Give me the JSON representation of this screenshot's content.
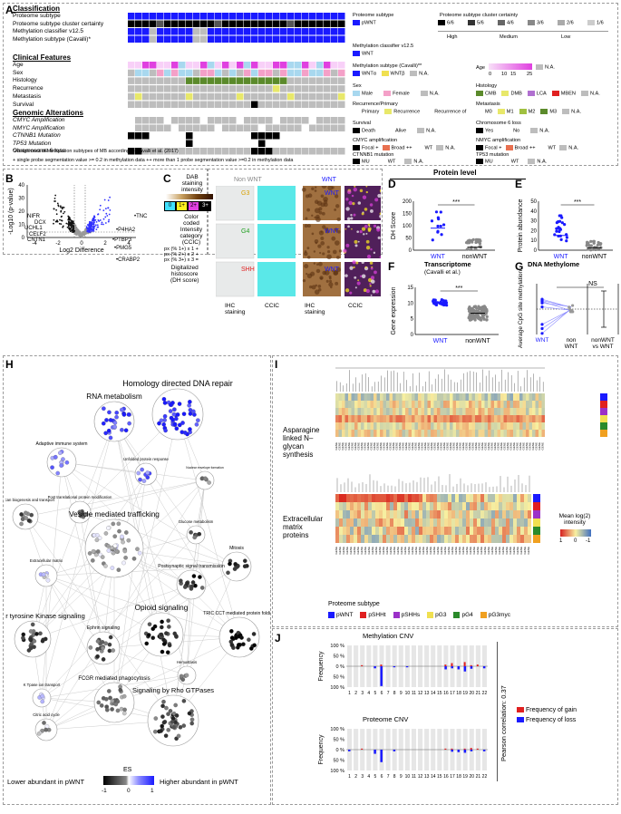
{
  "panelA": {
    "letter": "A",
    "sections": {
      "classification": "Classification",
      "clinical": "Clinical Features",
      "genomic": "Genomic Alterations"
    },
    "rows_classification": [
      "Proteome subtype",
      "Proteome subtype cluster certainty",
      "Methylation classifier v12.5",
      "Methylation subtype (Cavalli)*"
    ],
    "rows_clinical": [
      "Age",
      "Sex",
      "Histology",
      "Recurrence",
      "Metastasis",
      "Survival"
    ],
    "rows_genomic": [
      "CMYC Amplification",
      "NMYC Amplification",
      "CTNNB1 Mutation",
      "TP53 Mutation",
      "Chromosome 6 loss"
    ],
    "footnote1": "*Assignment of Methylation subtypes of MB according to Cavalli et al. (2017)",
    "footnote2": "+ single probe segmentation value >= 0.2 in methylation data          ++ more than 1 probe segmentation value >=0.2 in methylation data",
    "legend": {
      "proteome_title": "Proteome subtype",
      "proteome_item": "pWNT",
      "certainty_title": "Proteome subtype cluster certainty",
      "certainty_items": [
        "6/6",
        "5/6",
        "4/6",
        "3/6",
        "2/6",
        "1/6"
      ],
      "certainty_groups": [
        "High",
        "Medium",
        "Low"
      ],
      "meth_title": "Methylation classifier v12.5",
      "meth_item": "WNT",
      "cav_title": "Methylation subtype (Cavalli)**",
      "cav_items": [
        "WNTα",
        "WNTβ",
        "N.A."
      ],
      "age_title": "Age",
      "age_ticks": [
        "0",
        "10",
        "15",
        "25"
      ],
      "age_na": "N.A.",
      "sex_title": "Sex",
      "sex_items": [
        "Male",
        "Female",
        "N.A."
      ],
      "hist_title": "Histology",
      "hist_items": [
        "CMB",
        "DMB",
        "LCA",
        "MBEN",
        "N.A."
      ],
      "rec_title": "Recurrence/Primary",
      "rec_items": [
        "Primary",
        "Recurrence",
        "Recurrence of"
      ],
      "met_title": "Metastasis",
      "met_items": [
        "M0",
        "M1",
        "M2",
        "M3",
        "N.A."
      ],
      "surv_title": "Survival",
      "surv_items": [
        "Death",
        "Alive",
        "N.A."
      ],
      "chr6_title": "Chromosome 6 loss",
      "chr6_items": [
        "Yes",
        "No",
        "N.A."
      ],
      "cmyc_title": "CMYC amplification",
      "nmyc_title": "NMYC amplification",
      "amp_items": [
        "Focal +",
        "Broad ++",
        "WT",
        "N.A."
      ],
      "ctnnb1_title": "CTNNB1 mutation",
      "tp53_title": "TP53 mutation",
      "mut_items": [
        "MU",
        "WT",
        "N.A."
      ]
    },
    "colors": {
      "blue": "#1a1aff",
      "grey": "#bdbdbd",
      "black": "#000000",
      "magenta": "#e040e0",
      "lightblue": "#a8d8ef",
      "pink": "#f4a0c8",
      "green": "#5b8a2b",
      "yellow": "#e8e86a"
    }
  },
  "panelB": {
    "letter": "B",
    "ylabel": "-Log10 (p-value)",
    "xlabel": "Log2 Difference",
    "yticks": [
      "0",
      "10",
      "20",
      "30",
      "40"
    ],
    "xticks": [
      "-4",
      "-2",
      "0",
      "2",
      "4"
    ],
    "labels_left": [
      "NIFR",
      "DCX",
      "UCHL1",
      "CELF2",
      "CNTN1"
    ],
    "labels_right": [
      "TNC",
      "P4HA2",
      "PTBP3",
      "PMG5",
      "CRABP2"
    ]
  },
  "panelC": {
    "letter": "C",
    "title1": "DAB",
    "title2": "staining",
    "title3": "intensity",
    "cats": [
      "0",
      "1+",
      "2+",
      "3+"
    ],
    "cat_text": [
      "Color",
      "coded",
      "Intensity",
      "category",
      "(CCIC)"
    ],
    "formula": [
      "px (% 1+) x 1 +",
      "px (% 2+) x 2 +",
      "px (% 3+) x 3 ="
    ],
    "digital": [
      "Digitalized",
      "histoscore",
      "(DH score)"
    ],
    "col_nonwnt": "Non WNT",
    "col_wnt": "WNT",
    "row_labels": [
      "G3",
      "G4",
      "SHH",
      "WNT",
      "WNT",
      "WNT"
    ],
    "bottom": [
      "IHC",
      "staining",
      "CCIC",
      "IHC",
      "staining",
      "CCIC"
    ]
  },
  "panelD": {
    "letter": "D",
    "header": "Protein level",
    "ylabel": "DH Score",
    "yticks": [
      "0",
      "50",
      "100",
      "150",
      "200"
    ],
    "cats": [
      "WNT",
      "nonWNT"
    ],
    "sig": "***"
  },
  "panelE": {
    "letter": "E",
    "ylabel": "Protein abundance",
    "yticks": [
      "0",
      "10",
      "20",
      "30",
      "40",
      "50"
    ],
    "cats": [
      "WNT",
      "nonWNT"
    ],
    "sig": "***"
  },
  "panelF": {
    "letter": "F",
    "title": "Transcriptome",
    "subtitle": "(Cavalli et al.)",
    "ylabel": "Gene expression",
    "yticks": [
      "0",
      "5",
      "10",
      "15"
    ],
    "cats": [
      "WNT",
      "nonWNT"
    ],
    "sig": "***"
  },
  "panelG": {
    "letter": "G",
    "title": "DNA Methylome",
    "ylabel": "Average CpG site methylation",
    "yticks": [
      "-2",
      "-1",
      "0",
      "1",
      "2"
    ],
    "cats": [
      "WNT",
      "non WNT",
      "nonWNT vs WNT"
    ],
    "sig": "NS"
  },
  "panelH": {
    "letter": "H",
    "nodes": [
      "RNA metabolism",
      "Homology directed DNA repair",
      "Adaptive immune system",
      "Unfolded protein response",
      "Nuclear envelope formation",
      "N glycan biogenesis and transport",
      "Post translational protein modification",
      "Vesicle mediated trafficking",
      "Glucose metabolism",
      "Mitosis",
      "Extracellular matrix",
      "Postsynaptic signal transmission",
      "Opioid signaling",
      "Receptor tyrosine Kinase signaling",
      "Ephrin signaling",
      "TRIC CCT mediated protein folding",
      "Hemostasis",
      "K Tpase ion transport",
      "FCGR mediated phagocytosis",
      "Citric acid cycle",
      "Signaling by Rho GTPases"
    ],
    "legend_title": "ES",
    "legend_left": "Lower abundant in pWNT",
    "legend_right": "Higher abundant in pWNT",
    "legend_ticks": [
      "-1",
      "0",
      "1"
    ]
  },
  "panelI": {
    "letter": "I",
    "group1": [
      "Asparagine",
      "linked N–",
      "glycan",
      "synthesis"
    ],
    "group2": [
      "Extracellular",
      "matrix",
      "proteins"
    ],
    "scale_title": "Mean log(2) intensity",
    "scale_ticks": [
      "1",
      "0",
      "-1"
    ],
    "subtype_title": "Proteome subtype",
    "subtypes": [
      "pWNT",
      "pSHHt",
      "pSHHs",
      "pG3",
      "pG4",
      "pG3myc"
    ],
    "subtype_colors": [
      "#1a1aff",
      "#e02020",
      "#9b30c8",
      "#f0e050",
      "#2a8a2a",
      "#f0a020"
    ]
  },
  "panelJ": {
    "letter": "J",
    "title1": "Methylation CNV",
    "title2": "Proteome CNV",
    "ylabel": "Frequency",
    "yticks": [
      "100 %",
      "50 %",
      "0 %",
      "50 %",
      "100 %"
    ],
    "chromosomes": [
      "1",
      "2",
      "3",
      "4",
      "5",
      "6",
      "7",
      "8",
      "9",
      "10",
      "11",
      "12",
      "13",
      "14",
      "15",
      "16",
      "17",
      "18",
      "19",
      "20",
      "21",
      "22"
    ],
    "corr": "Pearson correlation: 0.37",
    "leg_gain": "Frequency of gain",
    "leg_loss": "Frequency of loss",
    "gain_color": "#e02020",
    "loss_color": "#1a1aff"
  }
}
